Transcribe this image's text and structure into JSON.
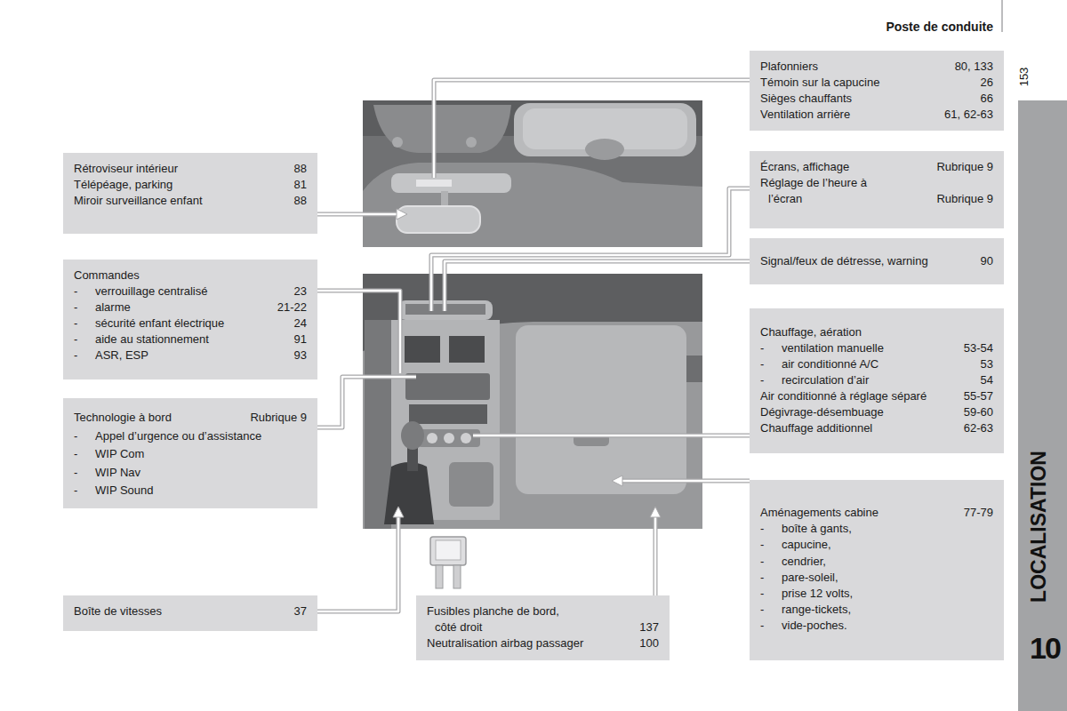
{
  "diagram": {
    "title": "Poste de conduite",
    "nodes": [
      {
        "text": [
          "Plafonniers",
          "80, 133",
          "Témoin sur la capucine",
          "26",
          "Sièges chauffants",
          "66",
          "Ventilation arrière",
          "61, 62-63"
        ]
      },
      {
        "text": [
          "Rétroviseur intérieur",
          "88",
          "Télépéage, parking",
          "81",
          "Miroir surveillance enfant",
          "88"
        ]
      },
      {
        "text": [
          "Écrans, affichage",
          "Rubrique 9",
          "Réglage de l’heure à l’écran",
          "Rubrique 9"
        ]
      },
      {
        "text": [
          "Signal/feux de détresse, warning",
          "90"
        ]
      },
      {
        "text": [
          "Commandes",
          "-",
          "verrouillage centralisé",
          "23",
          "-",
          "alarme",
          "21-22",
          "-",
          "sécurité enfant électrique",
          "24",
          "-",
          "aide au stationnement",
          "91",
          "-",
          "ASR, ESP",
          "93"
        ]
      },
      {
        "text": [
          "Chauffage, aération",
          "-",
          "ventilation manuelle",
          "53-54",
          "-",
          "air conditionné A/C",
          "53",
          "-",
          "recirculation d’air",
          "54",
          "Air conditionné à réglage séparé",
          "55-57",
          "Dégivrage-désembuage",
          "59-60",
          "Chauffage additionnel",
          "62-63"
        ]
      },
      {
        "text": [
          "Technologie à bord",
          "Rubrique 9",
          "-",
          "Appel d’urgence ou d’assistance",
          "-",
          "WIP Com",
          "-",
          "WIP Nav",
          "-",
          "WIP Sound"
        ]
      },
      {
        "text": [
          "Aménagements cabine",
          "77-79",
          "-",
          "boîte à gants,",
          "-",
          "capucine,",
          "-",
          "cendrier,",
          "-",
          "pare-soleil,",
          "-",
          "prise 12 volts,",
          "-",
          "range-tickets,",
          "-",
          "vide-poches."
        ]
      },
      {
        "text": [
          "Boîte de vitesses",
          "37"
        ]
      },
      {
        "text": [
          "Fusibles planche de bord, côté droit",
          "137",
          "Neutralisation airbag passager",
          "100"
        ]
      }
    ],
    "labels": [
      "153",
      "LOCALISATION",
      "10"
    ]
  }
}
